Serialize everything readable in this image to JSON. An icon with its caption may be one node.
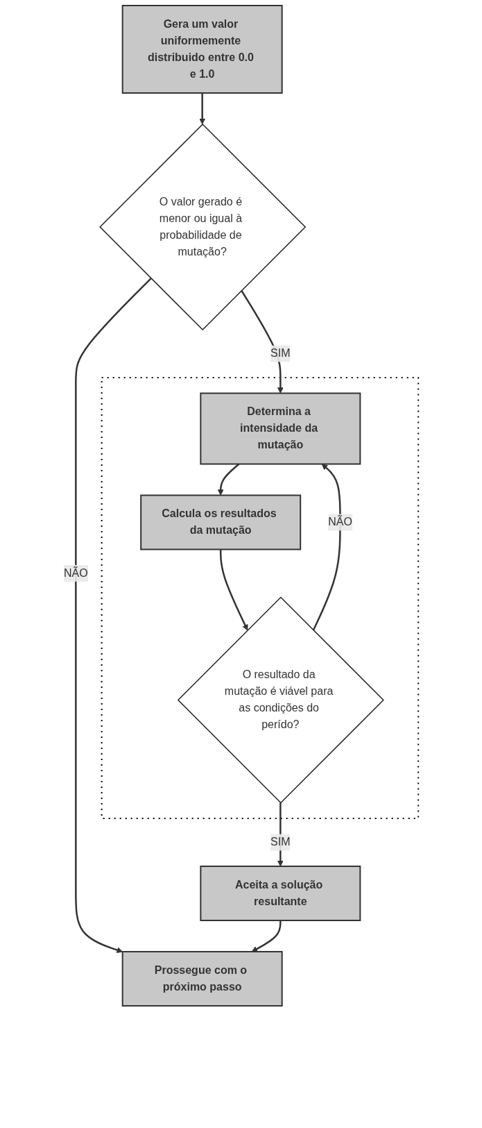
{
  "diagram": {
    "nodes": [
      {
        "text": [
          "Gera um valor uniformemente distribuido entre 0.0 e 1.0"
        ]
      },
      {
        "text": [
          "O valor gerado é menor ou igual à probabilidade de mutação?"
        ]
      },
      {
        "text": [],
        "shape": "box"
      },
      {
        "text": [
          "Determina a intensidade da mutação"
        ],
        "in": 2
      },
      {
        "text": [
          "Calcula os resultados da mutação"
        ],
        "in": 2
      },
      {
        "text": [
          "O resultado da mutação é viável para as condições do perído?"
        ],
        "in": 2
      },
      {
        "text": [
          "Aceita a solução resultante"
        ]
      },
      {
        "text": [
          "Prossegue com o próximo passo"
        ]
      }
    ],
    "edges": [
      {
        "from": 0,
        "to": 1,
        "arrow": "to"
      },
      {
        "from": 1,
        "to": 3,
        "arrow": "to",
        "label": "SIM"
      },
      {
        "from": 1,
        "to": 7,
        "arrow": "to",
        "label": "NÃO"
      },
      {
        "from": 3,
        "to": 4,
        "arrow": "to"
      },
      {
        "from": 4,
        "to": 5,
        "arrow": "to"
      },
      {
        "from": 5,
        "to": 3,
        "arrow": "to",
        "label": "NÃO"
      },
      {
        "from": 5,
        "to": 6,
        "arrow": "to",
        "label": "SIM"
      },
      {
        "from": 6,
        "to": 7,
        "arrow": "to"
      }
    ]
  }
}
